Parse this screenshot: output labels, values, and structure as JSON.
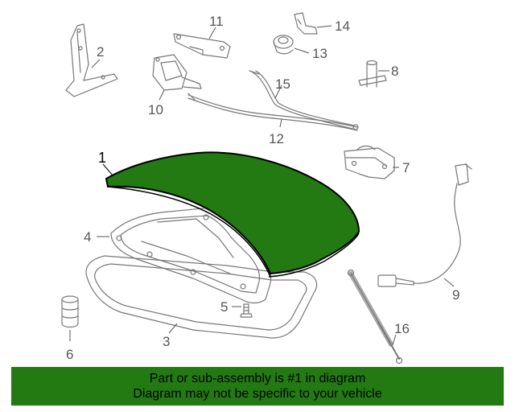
{
  "diagram": {
    "callouts": {
      "c1": "1",
      "c2": "2",
      "c3": "3",
      "c4": "4",
      "c5": "5",
      "c6": "6",
      "c7": "7",
      "c8": "8",
      "c9": "9",
      "c10": "10",
      "c11": "11",
      "c12": "12",
      "c13": "13",
      "c14": "14",
      "c15": "15",
      "c16": "16"
    },
    "highlight_color": "#237a12"
  },
  "banner": {
    "line1": "Part or sub-assembly is #1 in diagram",
    "line2": "Diagram may not be specific to your vehicle"
  }
}
